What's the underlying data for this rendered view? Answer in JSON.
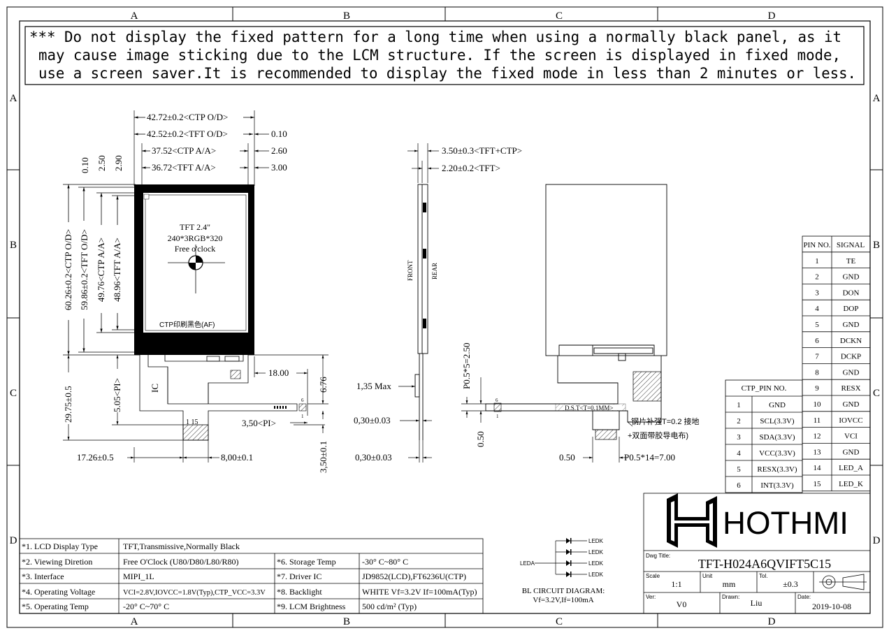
{
  "frame": {
    "cols": [
      "A",
      "B",
      "C",
      "D"
    ],
    "rows": [
      "A",
      "B",
      "C",
      "D"
    ]
  },
  "notice": [
    "*** Do not display the fixed pattern for a long time when using a normally black panel, as it",
    "may cause image sticking due to the LCM structure. If the screen is displayed in fixed mode,",
    "use a screen saver.It is recommended to display the fixed mode in less than 2 minutes or less."
  ],
  "front_view": {
    "dims_top": [
      "42.72±0.2<CTP O/D>",
      "42.52±0.2<TFT O/D>",
      "0.10",
      "37.52<CTP A/A>",
      "2.60",
      "36.72<TFT A/A>",
      "3.00"
    ],
    "dims_left_small": [
      "0.10",
      "2.50",
      "2.90"
    ],
    "dims_left": [
      "60.26±0.2<CTP O/D>",
      "59.86±0.2<TFT O/D>",
      "49.76<CTP A/A>",
      "48.96<TFT A/A>"
    ],
    "panel_text": [
      "TFT 2.4\"",
      "240*3RGB*320",
      "Free o'clock"
    ],
    "ctp_note": "CTP印刷黑色(AF)",
    "fpc": {
      "ic": "IC",
      "pin_mark": "1 15",
      "pin6": "6",
      "pin1": "1",
      "dim_18": "18.00",
      "dim_676": "6.76",
      "dim_2975": "29.75±0.5",
      "dim_505": "5.05<PI>",
      "dim_350pi": "3,50<PI>",
      "dim_1726": "17.26±0.5",
      "dim_800": "8,00±0.1",
      "dim_350": "3,50±0.1"
    }
  },
  "side_view": {
    "dim_350": "3.50±0.3<TFT+CTP>",
    "dim_220": "2.20±0.2<TFT>",
    "front": "FRONT",
    "rear": "REAR",
    "dim_135": "1,35 Max",
    "dim_030a": "0,30±0.03",
    "dim_030b": "0,30±0.03"
  },
  "rear_view": {
    "dim_p05x5": "P0.5*5=2.50",
    "dim_050v": "0.50",
    "dim_050h": "0.50",
    "dim_p05x14": "P0.5*14=7.00",
    "pin6": "6",
    "pin1": "1",
    "dst": "D.S.T<T=0.1MM>",
    "steel_note": "钢片补强T=0.2 接地",
    "tape_note": "+双面带胶导电布)"
  },
  "pin_table": {
    "headers": [
      "PIN NO.",
      "SIGNAL"
    ],
    "rows": [
      [
        "1",
        "TE"
      ],
      [
        "2",
        "GND"
      ],
      [
        "3",
        "DON"
      ],
      [
        "4",
        "DOP"
      ],
      [
        "5",
        "GND"
      ],
      [
        "6",
        "DCKN"
      ],
      [
        "7",
        "DCKP"
      ],
      [
        "8",
        "GND"
      ],
      [
        "9",
        "RESX"
      ],
      [
        "10",
        "GND"
      ],
      [
        "11",
        "IOVCC"
      ],
      [
        "12",
        "VCI"
      ],
      [
        "13",
        "GND"
      ],
      [
        "14",
        "LED_A"
      ],
      [
        "15",
        "LED_K"
      ]
    ]
  },
  "ctp_table": {
    "header": "CTP_PIN NO.",
    "rows": [
      [
        "1",
        "GND"
      ],
      [
        "2",
        "SCL(3.3V)"
      ],
      [
        "3",
        "SDA(3.3V)"
      ],
      [
        "4",
        "VCC(3.3V)"
      ],
      [
        "5",
        "RESX(3.3V)"
      ],
      [
        "6",
        "INT(3.3V)"
      ]
    ]
  },
  "specs": {
    "left": [
      [
        "*1. LCD Display Type",
        "TFT,Transmissive,Normally Black"
      ],
      [
        "*2. Viewing Diretion",
        "Free O'Clock (U80/D80/L80/R80)"
      ],
      [
        "*3. Interface",
        "MIPI_1L"
      ],
      [
        "*4. Operating Voltage",
        "VCI=2.8V,IOVCC=1.8V(Typ),CTP_VCC=3.3V"
      ],
      [
        "*5. Operating Temp",
        "-20° C~70° C"
      ]
    ],
    "right": [
      [
        "*6. Storage Temp",
        "-30° C~80° C"
      ],
      [
        "*7. Driver IC",
        "JD9852(LCD),FT6236U(CTP)"
      ],
      [
        "*8. Backlight",
        "WHITE Vf=3.2V If=100mA(Typ)"
      ],
      [
        "*9. LCM Brightness",
        "500 cd/m² (Typ)"
      ]
    ]
  },
  "bl_circuit": {
    "leda": "LEDA",
    "ledk": [
      "LEDK",
      "LEDK",
      "LEDK",
      "LEDK"
    ],
    "caption1": "BL CIRCUIT DIAGRAM:",
    "caption2": "Vf=3.2V,If=100mA"
  },
  "title_block": {
    "logo_text": "HOTHMI",
    "dwg_title_label": "Dwg Title:",
    "dwg_title": "TFT-H024A6QVIFT5C15",
    "scale_label": "Scale",
    "scale": "1:1",
    "unit_label": "Unit",
    "unit": "mm",
    "tol_label": "Tol.",
    "tol": "±0.3",
    "ver_label": "Ver:",
    "ver": "V0",
    "drawn_label": "Drawn:",
    "drawn": "Liu",
    "date_label": "Date:",
    "date": "2019-10-08"
  },
  "colors": {
    "line": "#000000",
    "paper": "#ffffff"
  }
}
